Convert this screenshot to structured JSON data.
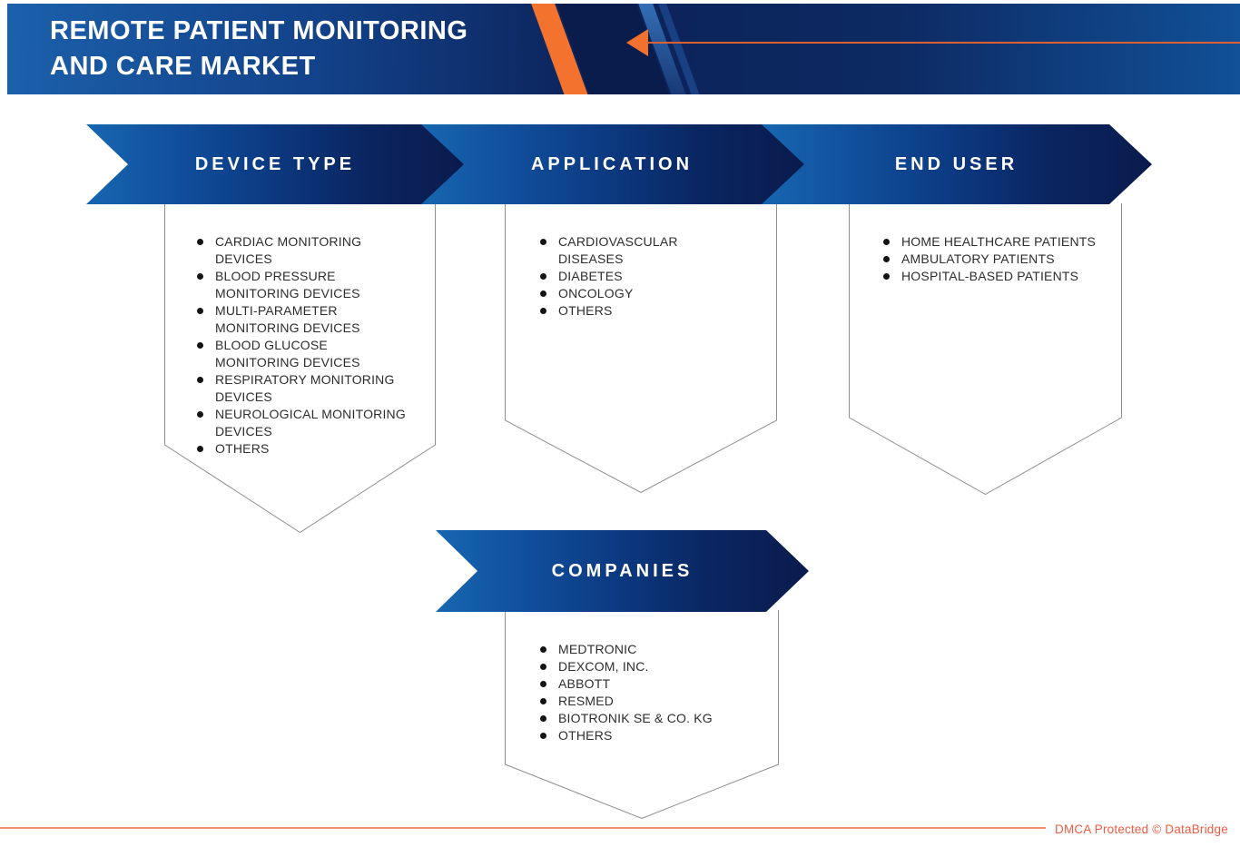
{
  "header": {
    "title_line1": "REMOTE PATIENT MONITORING",
    "title_line2": "AND CARE MARKET"
  },
  "segments": [
    {
      "label": "DEVICE TYPE",
      "items": [
        "CARDIAC MONITORING DEVICES",
        "BLOOD PRESSURE MONITORING DEVICES",
        "MULTI-PARAMETER MONITORING DEVICES",
        "BLOOD GLUCOSE MONITORING DEVICES",
        "RESPIRATORY MONITORING DEVICES",
        "NEUROLOGICAL MONITORING DEVICES",
        "OTHERS"
      ]
    },
    {
      "label": "APPLICATION",
      "items": [
        "CARDIOVASCULAR DISEASES",
        "DIABETES",
        "ONCOLOGY",
        "OTHERS"
      ]
    },
    {
      "label": "END USER",
      "items": [
        "HOME HEALTHCARE PATIENTS",
        "AMBULATORY PATIENTS",
        "HOSPITAL-BASED PATIENTS"
      ]
    },
    {
      "label": "COMPANIES",
      "items": [
        "MEDTRONIC",
        "DEXCOM, INC.",
        "ABBOTT",
        "RESMED",
        "BIOTRONIK SE & CO. KG",
        "OTHERS"
      ]
    }
  ],
  "footer": {
    "text": "DMCA Protected © DataBridge"
  },
  "colors": {
    "banner_gradient_start": "#1766b1",
    "banner_gradient_end": "#0a1b4d",
    "header_accent_orange": "#f2712f",
    "footer_text": "#ee5b43",
    "outline_gray": "#8e8e8e"
  }
}
